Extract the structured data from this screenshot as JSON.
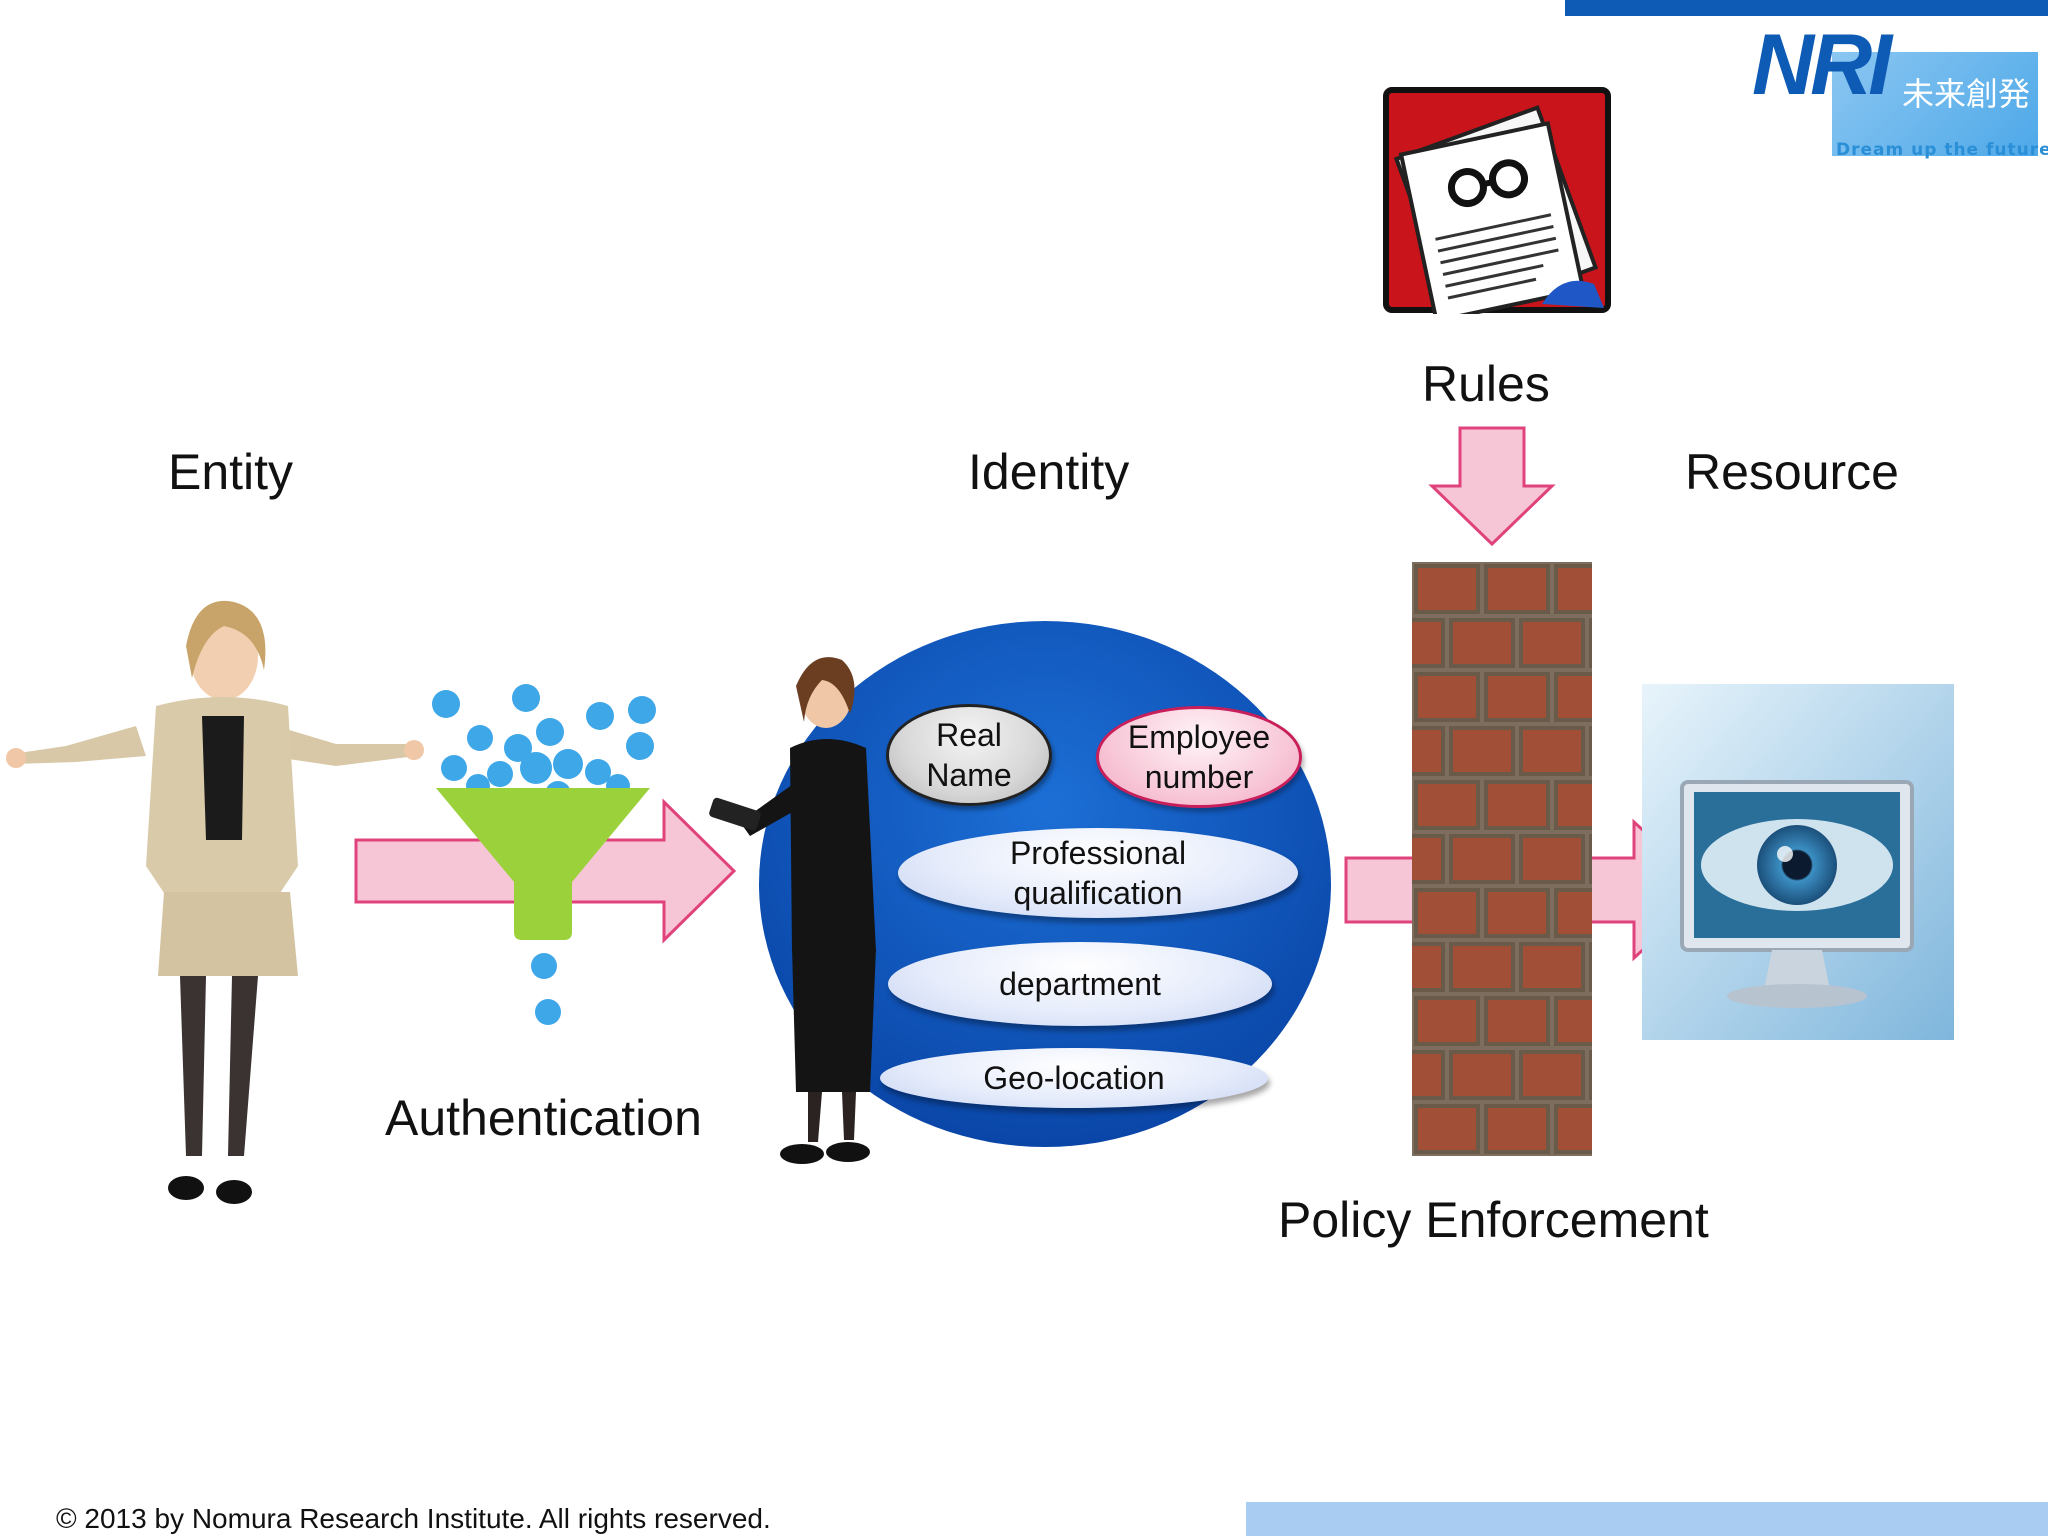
{
  "labels": {
    "entity": "Entity",
    "identity": "Identity",
    "rules": "Rules",
    "resource": "Resource",
    "authentication": "Authentication",
    "policy_enforcement": "Policy Enforcement"
  },
  "attributes": [
    {
      "text": "Real\nName",
      "style": "gray"
    },
    {
      "text": "Employee\nnumber",
      "style": "pink"
    },
    {
      "text": "Professional\nqualification",
      "style": "blue"
    },
    {
      "text": "department",
      "style": "blue"
    },
    {
      "text": "Geo-location",
      "style": "blue"
    }
  ],
  "logo": {
    "word": "NRI",
    "japanese": "未来創発",
    "tagline": "Dream up the future."
  },
  "footer": "© 2013 by Nomura Research Institute. All rights reserved.",
  "colors": {
    "arrow_fill": "#f7c6d6",
    "arrow_stroke": "#e0437b",
    "identity_circle": "#0b4fb3",
    "funnel": "#9bd13a",
    "dots": "#3da7e8",
    "brand_blue": "#0d5bb5"
  }
}
